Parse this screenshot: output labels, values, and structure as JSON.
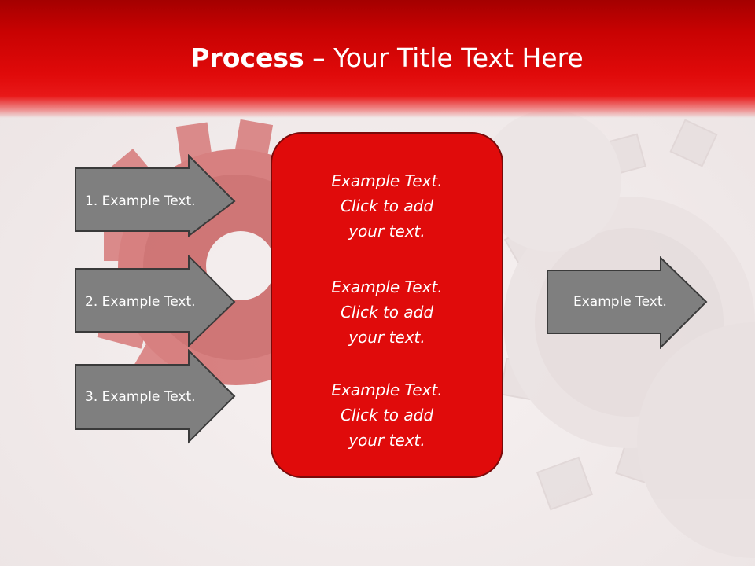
{
  "title": {
    "bold": "Process",
    "rest": " – Your Title Text Here"
  },
  "left_arrows": [
    {
      "label": "1. Example Text."
    },
    {
      "label": "2. Example Text."
    },
    {
      "label": "3. Example Text."
    }
  ],
  "center_blocks": [
    {
      "lines": [
        "Example Text.",
        "Click  to add",
        "your text."
      ]
    },
    {
      "lines": [
        "Example Text.",
        "Click  to add",
        "your text."
      ]
    },
    {
      "lines": [
        "Example Text.",
        "Click  to add",
        "your text."
      ]
    }
  ],
  "right_arrow": {
    "label": "Example Text."
  },
  "colors": {
    "title_red": "#c80202",
    "box_red": "#e00b0b",
    "arrow_gray": "#7f7f7f",
    "arrow_border": "#3a3a3a"
  },
  "icons": {
    "background": "gears-illustration"
  }
}
